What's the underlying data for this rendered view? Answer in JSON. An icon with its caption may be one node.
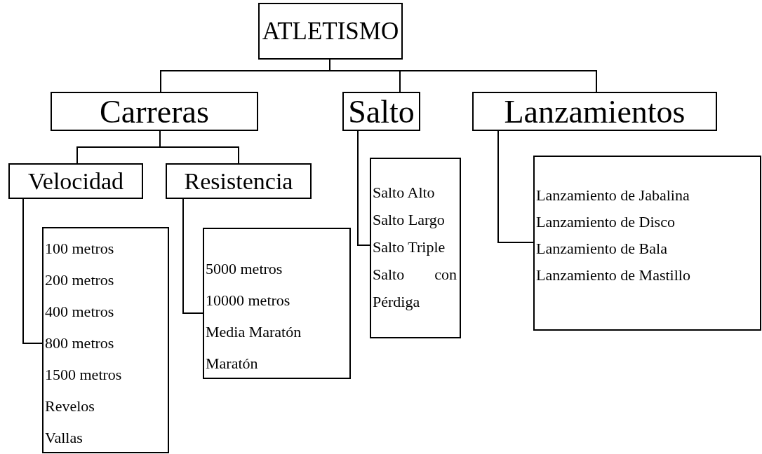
{
  "diagram": {
    "nodes": [
      {
        "text": [
          "ATLETISMO"
        ]
      },
      {
        "text": [
          "Carreras"
        ]
      },
      {
        "text": [
          "Salto"
        ]
      },
      {
        "text": [
          "Lanzamientos"
        ]
      },
      {
        "text": [
          "Velocidad"
        ]
      },
      {
        "text": [
          "Resistencia"
        ]
      },
      {
        "text": [
          "100 metros",
          "200 metros",
          "400 metros",
          "800 metros",
          "1500 metros",
          "Revelos",
          "Vallas"
        ]
      },
      {
        "text": [
          "5000 metros",
          "10000 metros",
          "Media Maratón",
          "Maratón"
        ]
      },
      {
        "text": [
          "Salto Alto",
          "Salto Largo",
          "Salto Triple",
          "Salto con Pérdiga"
        ]
      },
      {
        "text": [
          "Lanzamiento de Jabalina",
          "Lanzamiento de Disco",
          "Lanzamiento de Bala",
          "Lanzamiento de Mastillo"
        ]
      }
    ],
    "edges": [
      {
        "from": 0,
        "to": 1,
        "arrow": "none"
      },
      {
        "from": 0,
        "to": 2,
        "arrow": "none"
      },
      {
        "from": 0,
        "to": 3,
        "arrow": "none"
      },
      {
        "from": 1,
        "to": 4,
        "arrow": "none"
      },
      {
        "from": 1,
        "to": 5,
        "arrow": "none"
      },
      {
        "from": 4,
        "to": 6,
        "arrow": "none"
      },
      {
        "from": 5,
        "to": 7,
        "arrow": "none"
      },
      {
        "from": 2,
        "to": 8,
        "arrow": "none"
      },
      {
        "from": 3,
        "to": 9,
        "arrow": "none"
      }
    ]
  }
}
